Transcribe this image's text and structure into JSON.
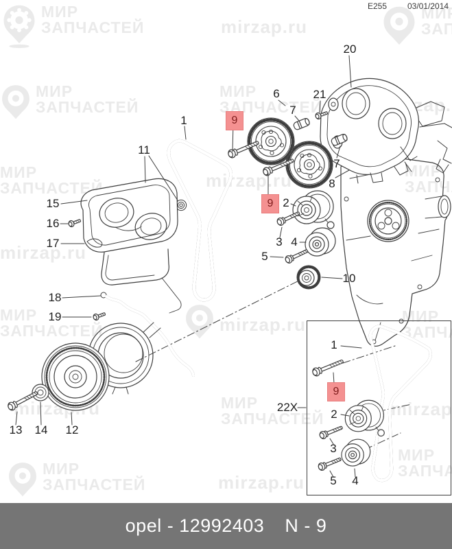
{
  "header": {
    "drawing_code": "E255",
    "date": "03/01/2014"
  },
  "watermark": {
    "line1": "МИР",
    "line2": "ЗАПЧАСТЕЙ",
    "site": "mirzap.ru"
  },
  "colors": {
    "highlight_bg": "#f49191",
    "highlight_border": "#e87d7d",
    "highlight_text": "#7e1b1b",
    "footer_bg": "#757575",
    "footer_text": "#ffffff",
    "line": "#3d3d3d",
    "watermark": "#eaeaea"
  },
  "diagram": {
    "callouts": {
      "n1": "1",
      "n2": "2",
      "n3": "3",
      "n4": "4",
      "n5": "5",
      "n6": "6",
      "n7": "7",
      "n8": "8",
      "n10": "10",
      "n11": "11",
      "n12": "12",
      "n13": "13",
      "n14": "14",
      "n15": "15",
      "n16": "16",
      "n17": "17",
      "n18": "18",
      "n19": "19",
      "n20": "20",
      "n21": "21"
    },
    "highlighted_part": {
      "label": "9"
    },
    "inset": {
      "multiplier_label": "22X"
    }
  },
  "footer": {
    "left": "opel - 12992403",
    "right": "N - 9"
  }
}
